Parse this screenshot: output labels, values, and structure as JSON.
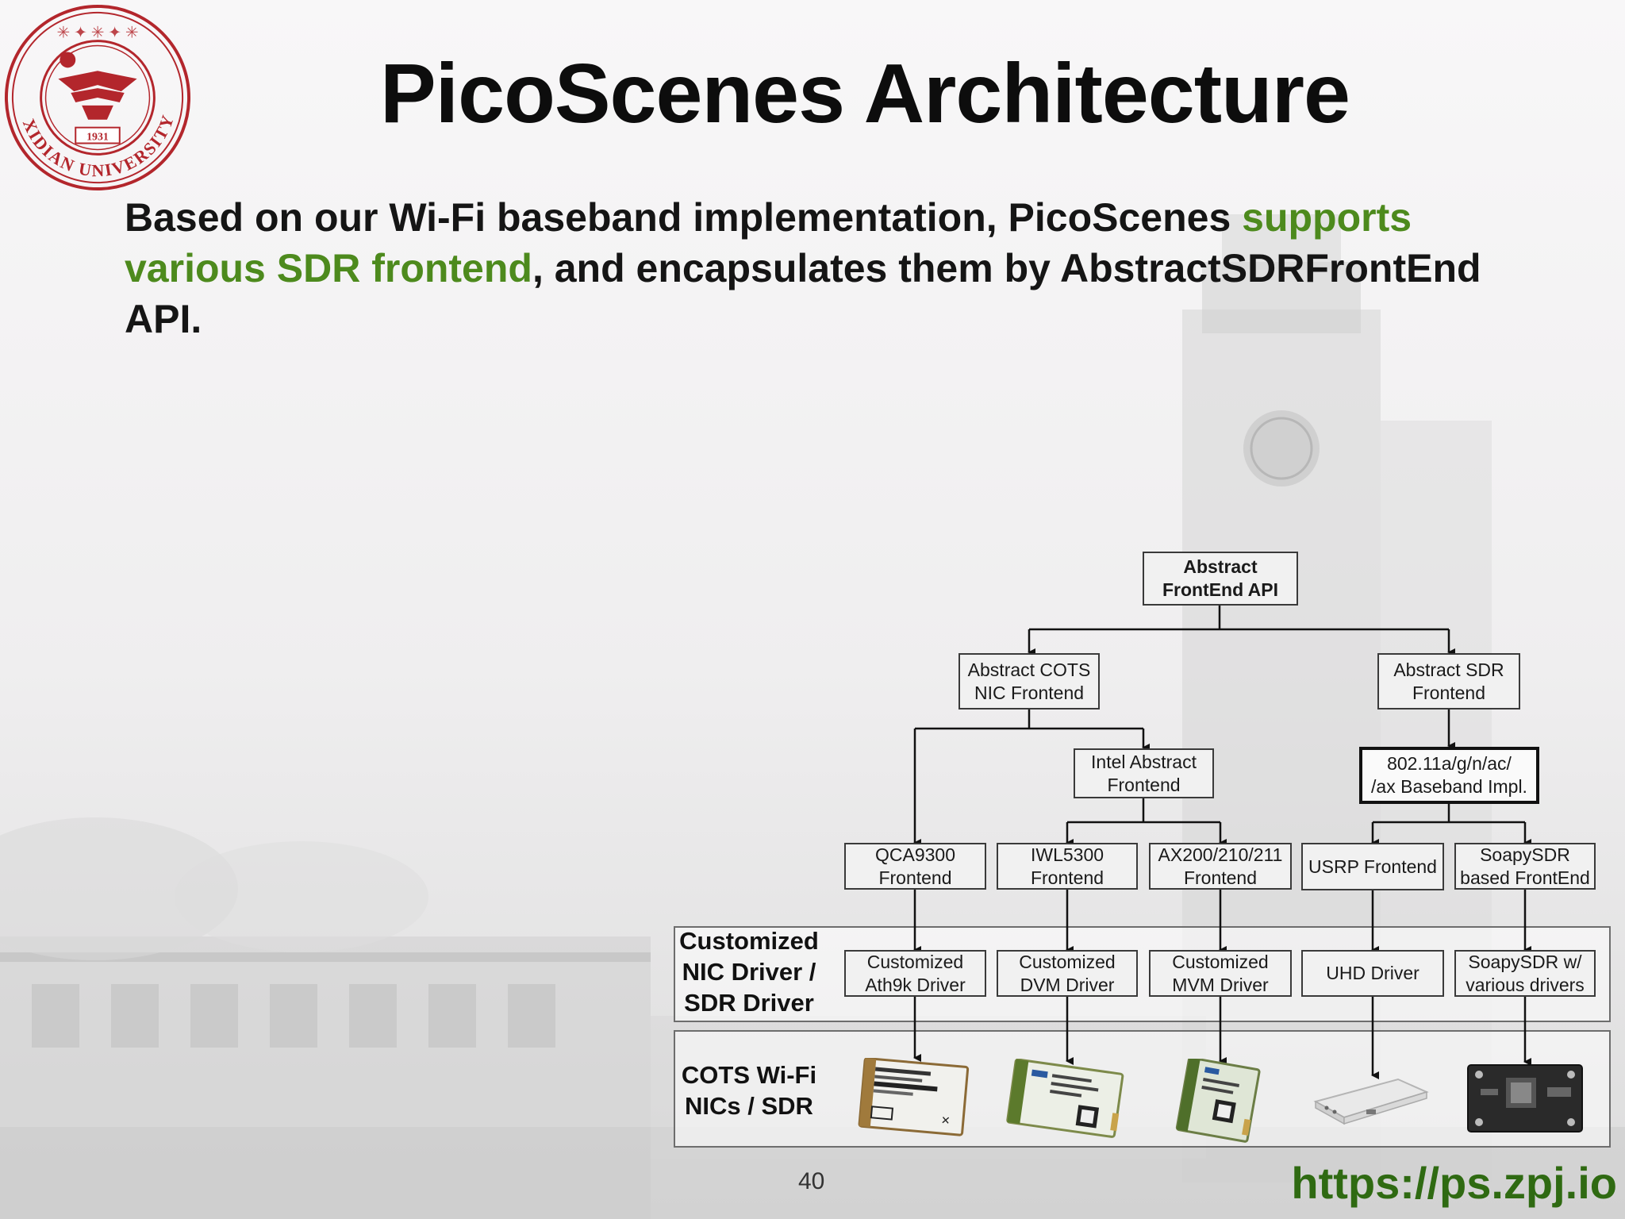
{
  "title": "PicoScenes Architecture",
  "body": {
    "part1": "Based on our Wi-Fi baseband implementation, PicoScenes ",
    "highlight": "supports various SDR frontend",
    "part2": ", and encapsulates them by AbstractSDRFrontEnd API."
  },
  "logo": {
    "text": "XIDIAN UNIVERSITY",
    "year": "1931"
  },
  "diagram": {
    "root": {
      "line1": "Abstract",
      "line2": "FrontEnd API"
    },
    "cots": {
      "line1": "Abstract COTS",
      "line2": "NIC Frontend"
    },
    "sdr": {
      "line1": "Abstract SDR",
      "line2": "Frontend"
    },
    "intel": {
      "line1": "Intel Abstract",
      "line2": "Frontend"
    },
    "baseband": {
      "line1": "802.11a/g/n/ac/",
      "line2": "/ax Baseband Impl."
    },
    "frontends": [
      {
        "line1": "QCA9300",
        "line2": "Frontend"
      },
      {
        "line1": "IWL5300",
        "line2": "Frontend"
      },
      {
        "line1": "AX200/210/211",
        "line2": "Frontend"
      },
      {
        "line1": "USRP Frontend",
        "line2": ""
      },
      {
        "line1": "SoapySDR",
        "line2": "based FrontEnd"
      }
    ],
    "drivers": [
      {
        "line1": "Customized",
        "line2": "Ath9k Driver"
      },
      {
        "line1": "Customized",
        "line2": "DVM Driver"
      },
      {
        "line1": "Customized",
        "line2": "MVM Driver"
      },
      {
        "line1": "UHD Driver",
        "line2": ""
      },
      {
        "line1": "SoapySDR w/",
        "line2": "various drivers"
      }
    ],
    "driver_band_label": {
      "line1": "Customized",
      "line2": "NIC Driver /",
      "line3": "SDR Driver"
    },
    "hardware_band_label": {
      "line1": "COTS Wi-Fi",
      "line2": "NICs / SDR"
    },
    "devices": [
      "qca9300-card-icon",
      "iwl5300-card-icon",
      "ax200-card-icon",
      "usrp-device-icon",
      "soapysdr-board-icon"
    ]
  },
  "page_number": "40",
  "url": "https://ps.zpj.io",
  "colors": {
    "accent_green": "#4d8a1d",
    "url_green": "#2f6a12",
    "seal_red": "#b3262c"
  }
}
